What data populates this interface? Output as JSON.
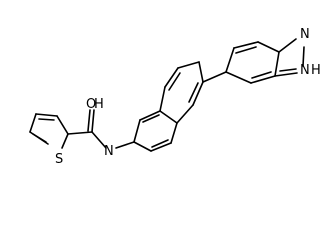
{
  "molecule": {
    "atoms": {
      "oxygen": "O",
      "amide_h": "H",
      "amide_n": "N",
      "sulfur": "S",
      "indazole_n1": "N",
      "indazole_n2": "N",
      "indazole_h": "H"
    }
  },
  "colors": {
    "bond": "#000000",
    "text": "#000000",
    "background": "#ffffff"
  }
}
